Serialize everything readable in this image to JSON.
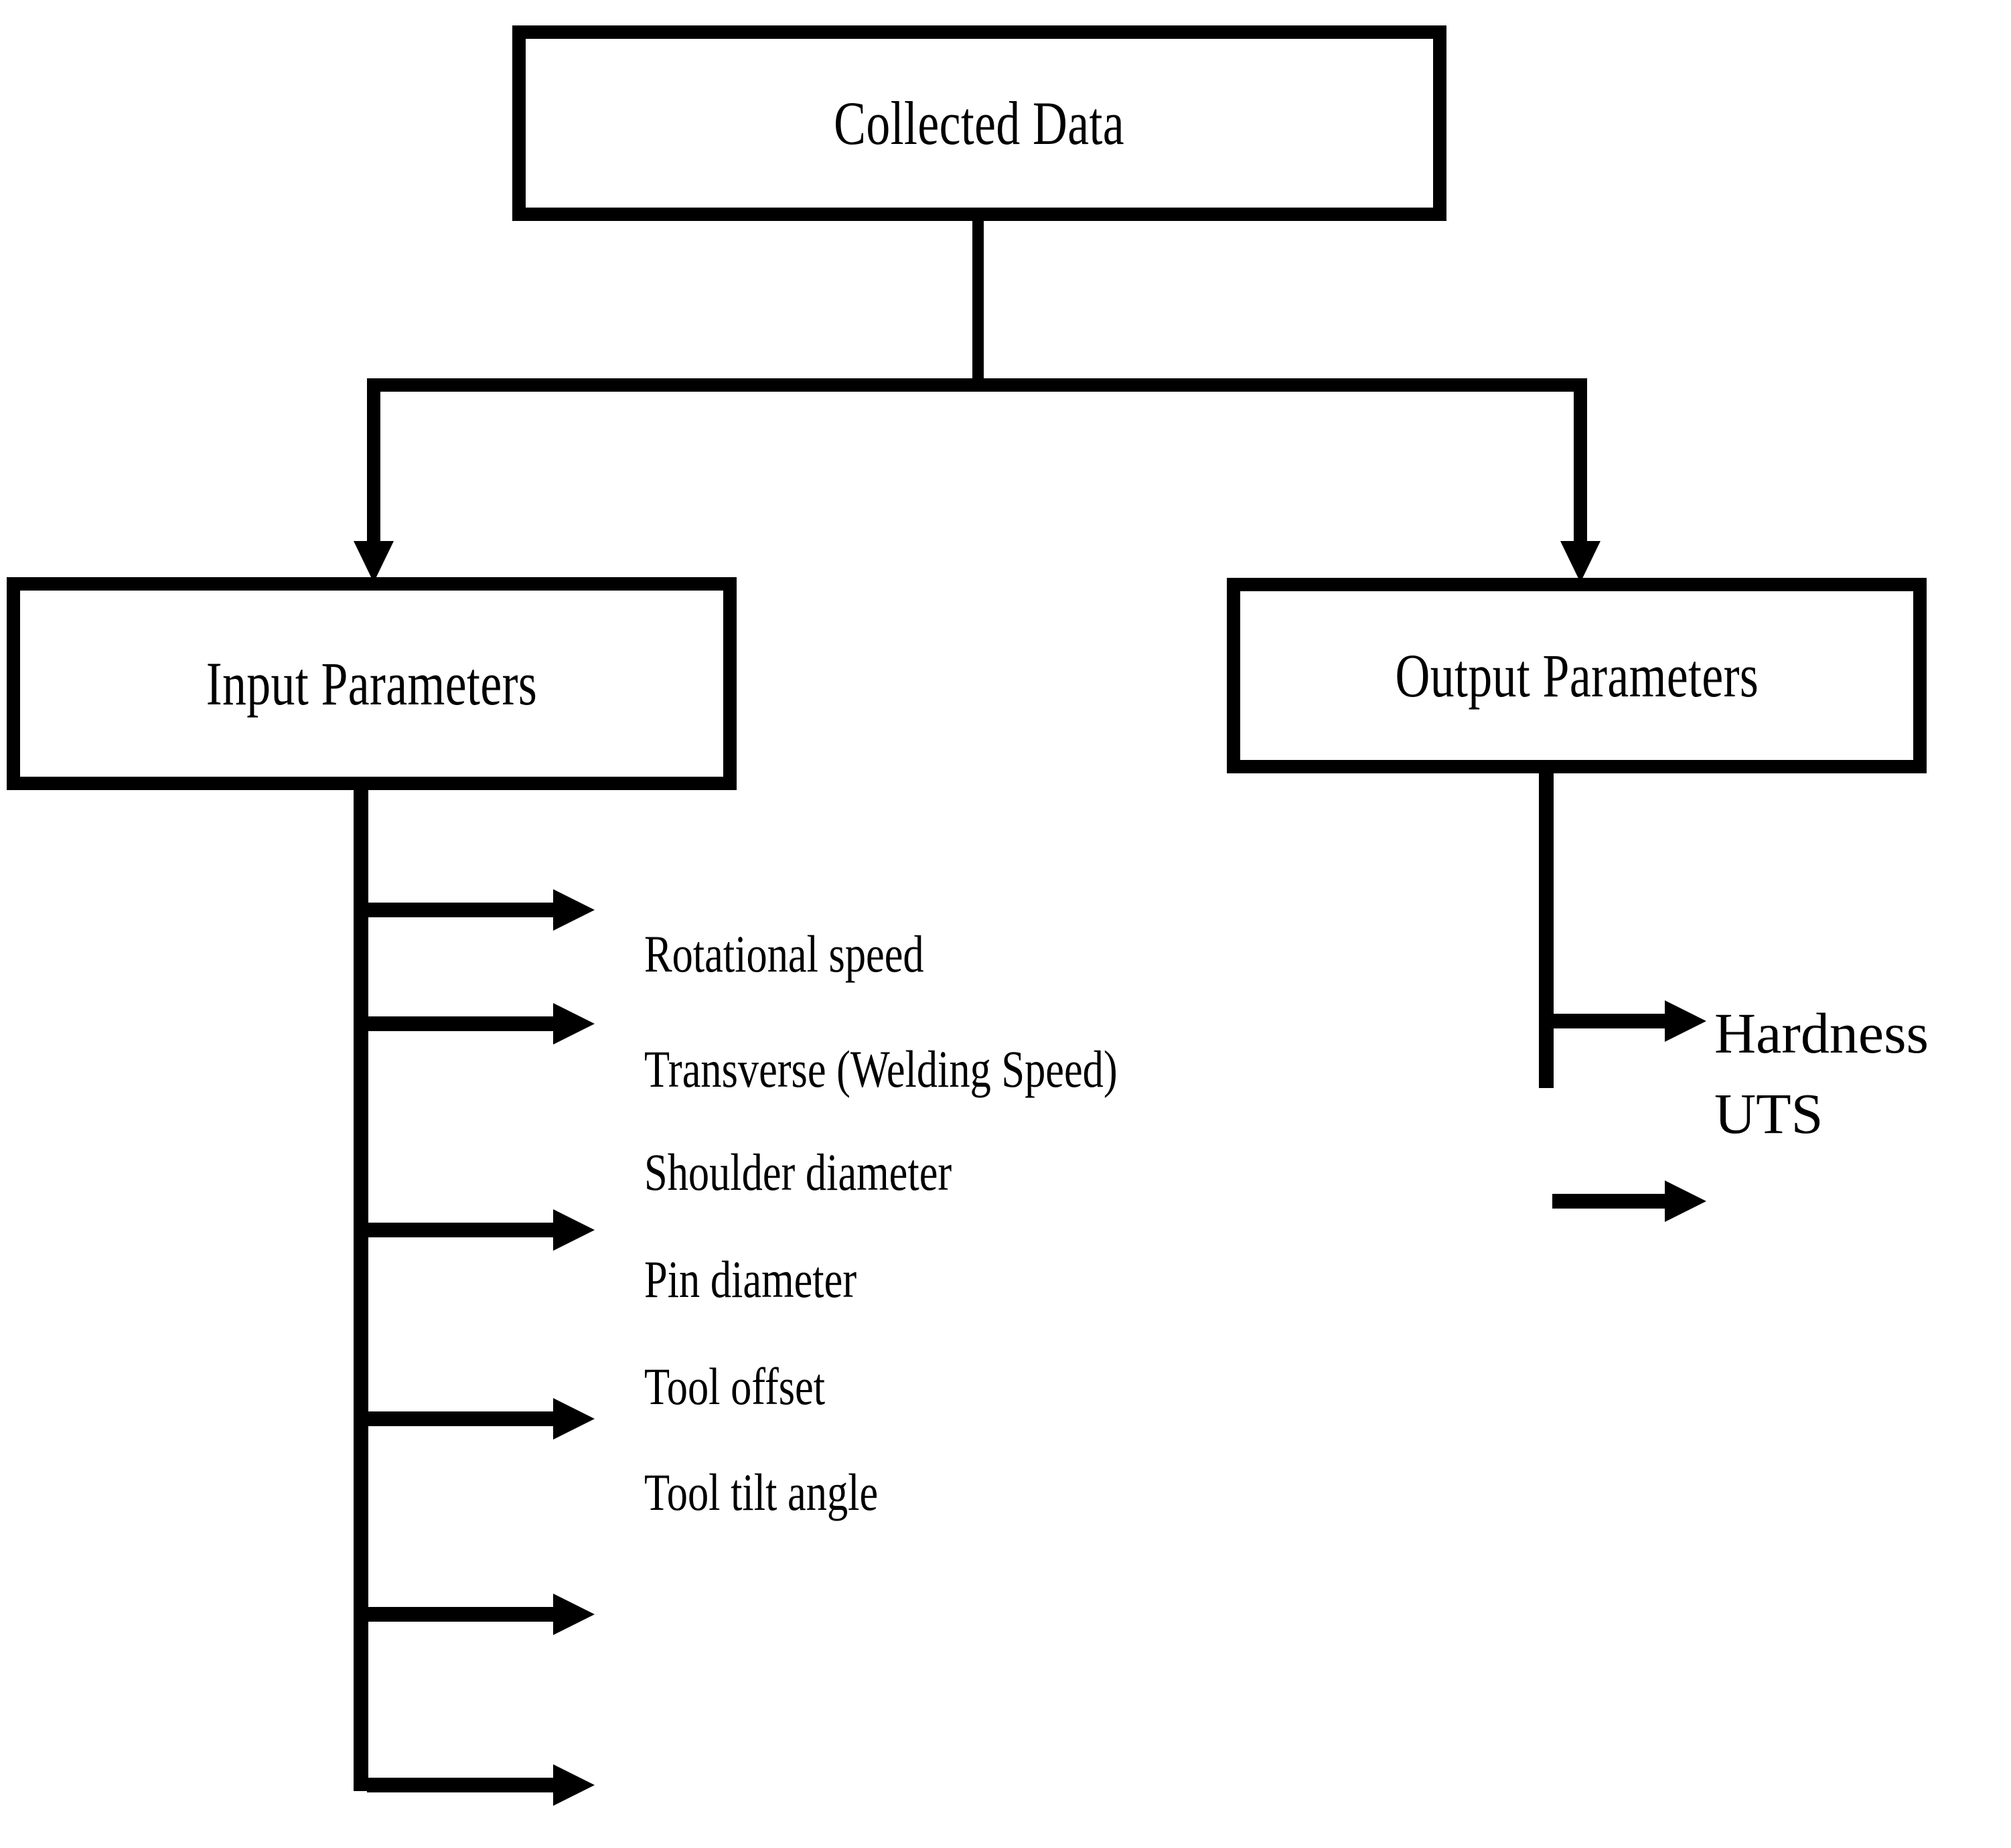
{
  "diagram": {
    "title": "Collected Data parameter breakdown flowchart",
    "colors": {
      "stroke": "#000000",
      "fill": "#ffffff",
      "text": "#000000"
    },
    "root": {
      "label": "Collected Data"
    },
    "branches": [
      {
        "key": "input",
        "label": "Input Parameters",
        "items": [
          "Rotational speed",
          "Transverse (Welding Speed)",
          "Shoulder diameter",
          "Pin diameter",
          "Tool offset",
          "Tool tilt angle"
        ],
        "arrow_count": 6
      },
      {
        "key": "output",
        "label": "Output Parameters",
        "items": [
          "Hardness",
          "UTS"
        ],
        "arrow_count": 2
      }
    ]
  }
}
